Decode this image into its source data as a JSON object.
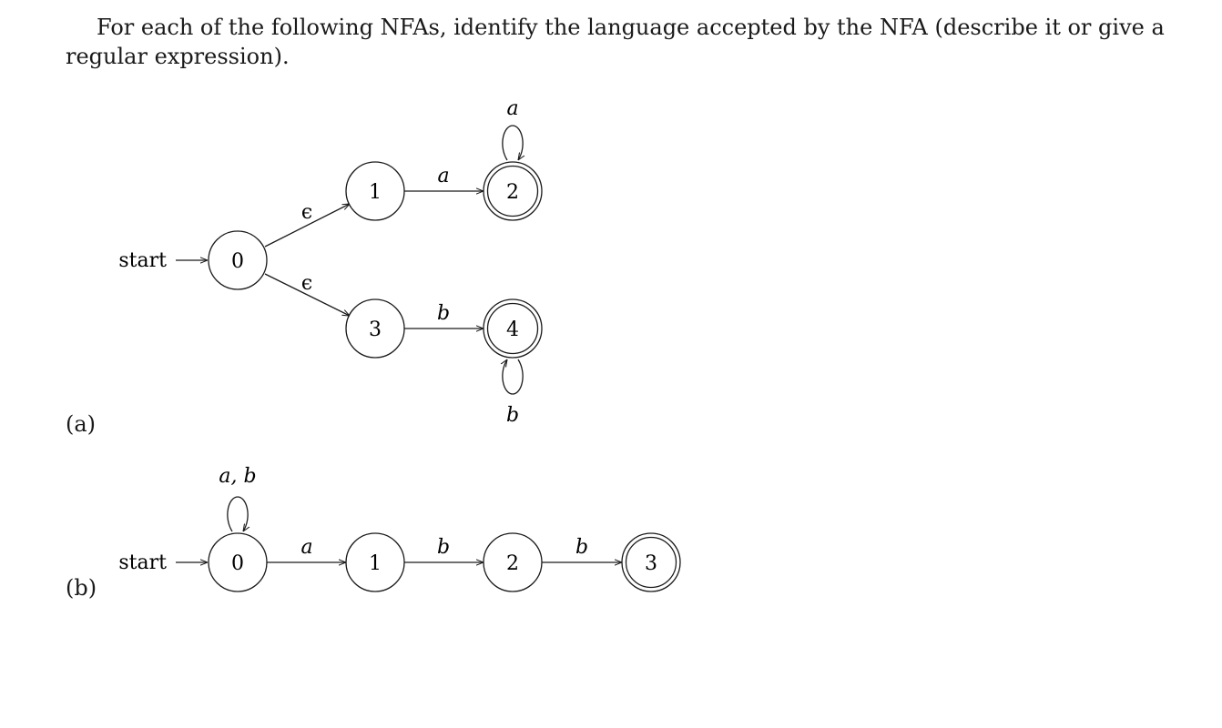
{
  "prompt": "For each of the following NFAs, identify the language accepted by the NFA (describe it or give a regular expression).",
  "diagram_a": {
    "part_label": "(a)",
    "start_label": "start",
    "states": [
      "0",
      "1",
      "2",
      "3",
      "4"
    ],
    "accepting_states": [
      "2",
      "4"
    ],
    "transitions": [
      {
        "from": "0",
        "to": "1",
        "label": "ϵ"
      },
      {
        "from": "0",
        "to": "3",
        "label": "ϵ"
      },
      {
        "from": "1",
        "to": "2",
        "label": "a"
      },
      {
        "from": "3",
        "to": "4",
        "label": "b"
      },
      {
        "from": "2",
        "to": "2",
        "label": "a"
      },
      {
        "from": "4",
        "to": "4",
        "label": "b"
      }
    ]
  },
  "diagram_b": {
    "part_label": "(b)",
    "start_label": "start",
    "states": [
      "0",
      "1",
      "2",
      "3"
    ],
    "accepting_states": [
      "3"
    ],
    "transitions": [
      {
        "from": "0",
        "to": "0",
        "label": "a, b"
      },
      {
        "from": "0",
        "to": "1",
        "label": "a"
      },
      {
        "from": "1",
        "to": "2",
        "label": "b"
      },
      {
        "from": "2",
        "to": "3",
        "label": "b"
      }
    ]
  }
}
